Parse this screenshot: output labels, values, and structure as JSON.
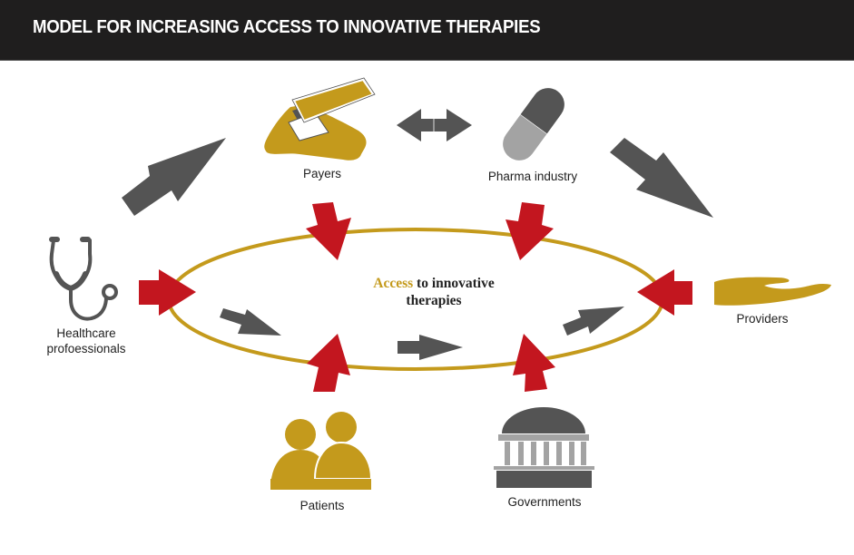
{
  "header": {
    "title": "MODEL FOR INCREASING ACCESS TO INNOVATIVE THERAPIES"
  },
  "center": {
    "accent_word": "Access",
    "rest_line1": " to innovative",
    "line2": "therapies"
  },
  "stakeholders": {
    "payers": {
      "label": "Payers",
      "icon": "hand-holding-phone-icon"
    },
    "pharma": {
      "label": "Pharma industry",
      "icon": "capsule-pill-icon"
    },
    "healthcare": {
      "label_line1": "Healthcare",
      "label_line2": "profoessionals",
      "icon": "stethoscope-icon"
    },
    "providers": {
      "label": "Providers",
      "icon": "open-hand-icon"
    },
    "patients": {
      "label": "Patients",
      "icon": "people-icon"
    },
    "governments": {
      "label": "Governments",
      "icon": "government-building-icon"
    }
  },
  "colors": {
    "header_bg": "#1f1e1e",
    "gold": "#c49a1c",
    "red": "#c3161f",
    "dark_gray": "#545454",
    "light_gray": "#a3a3a3"
  }
}
